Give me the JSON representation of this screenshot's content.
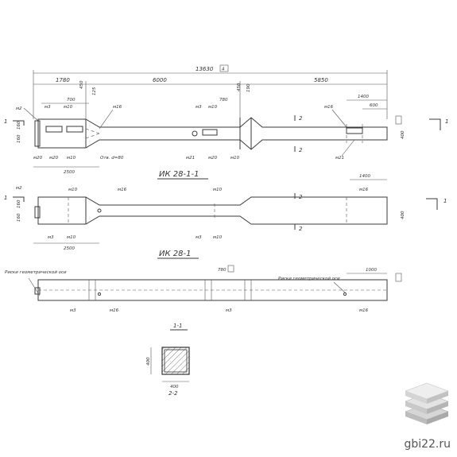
{
  "drawing": {
    "overall_dimension": "13630",
    "overall_marker": "4",
    "seg_dims": [
      "1780",
      "6000",
      "5850"
    ],
    "small_dims": [
      "400",
      "700",
      "450",
      "125",
      "780",
      "190",
      "600",
      "1400"
    ],
    "length_2500": "2500",
    "hole_note": "Отв. d=80",
    "marks": {
      "m2": "м2",
      "m3": "м3",
      "m10": "м10",
      "m16": "м16",
      "m20": "м20",
      "m21": "м21"
    },
    "section_mark": "1",
    "section_mark2": "2",
    "height_labels": [
      "400",
      "160"
    ]
  },
  "views": {
    "view1_title": "ИК 28-1-1",
    "view2_title": "ИК 28-1",
    "view3_note": "Риски геометрической оси",
    "view3_note2": "Риски геометрической оси",
    "view3_dims": [
      "1000",
      "780"
    ],
    "view3_marker": "4"
  },
  "section": {
    "title_top": "1-1",
    "title_bottom": "2-2",
    "width": "400",
    "height": "400"
  },
  "watermark": {
    "text": "gbi22.ru",
    "logo_icon": "stacked-slabs-icon"
  }
}
